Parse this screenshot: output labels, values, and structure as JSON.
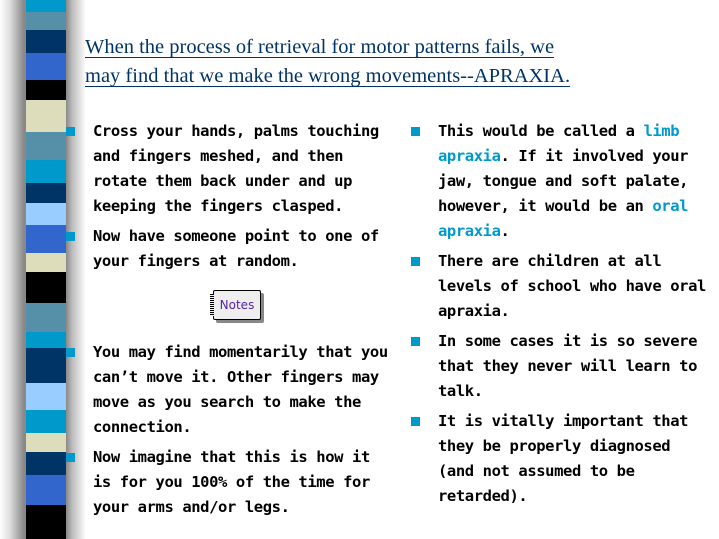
{
  "colors": {
    "stripe": [
      "#0099cc",
      "#558fa8",
      "#003366",
      "#3366cc",
      "#000000",
      "#ddddbb",
      "#558fa8",
      "#0099cc",
      "#003366",
      "#99ccff",
      "#3366cc",
      "#ddddbb",
      "#000000",
      "#558fa8",
      "#0099cc",
      "#003366",
      "#99ccff",
      "#0099cc",
      "#ddddbb",
      "#003366",
      "#3366cc",
      "#000000"
    ],
    "title": "#003366",
    "bullet": "#0099cc",
    "highlight": "#0099cc"
  },
  "title": {
    "line1": "When the process of retrieval for motor patterns fails, we",
    "line2": "may find that we make the wrong movements--APRAXIA."
  },
  "left": [
    "Cross your hands, palms touching and fingers meshed, and then rotate them back under and up keeping the fingers clasped.",
    "Now have someone point to one of your fingers at random.",
    "You may find momentarily that you can’t move it.  Other fingers may move as you search to make the connection.",
    "Now imagine that this is how it is for you 100% of the time for your arms and/or legs."
  ],
  "notes_label": "Notes",
  "right": {
    "first": {
      "a": "This would be called a ",
      "b": "limb apraxia",
      "c": ".  If it involved your jaw, tongue and soft palate, however, it would be an ",
      "d": "oral apraxia",
      "e": "."
    },
    "items": [
      "There are children at all levels of school who have oral apraxia.",
      "In some cases it is so severe that they never will learn to talk.",
      "It is vitally important that they be properly diagnosed (and not assumed to be retarded)."
    ]
  }
}
